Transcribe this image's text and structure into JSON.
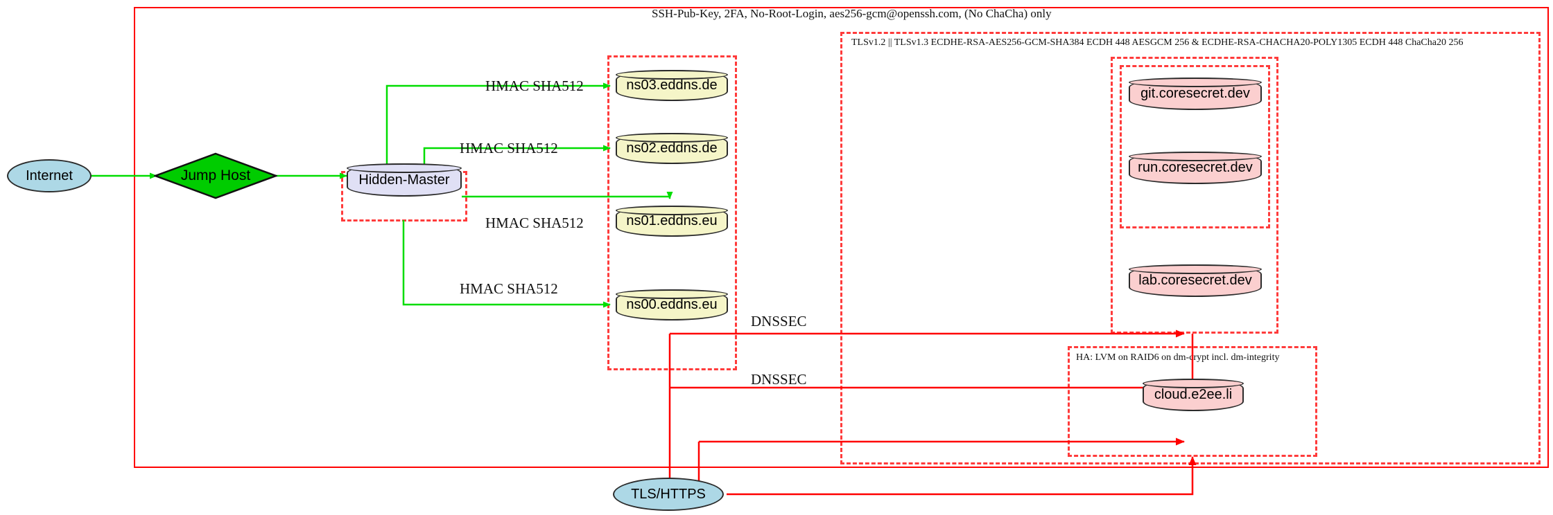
{
  "diagram": {
    "title": "Network security architecture diagram",
    "colors": {
      "edge_green": "#00dd00",
      "edge_red": "#ff0000",
      "frame_solid": "#ff0000",
      "frame_dashed": "#ff3b3b",
      "db_yellow": "#f5f5c8",
      "db_pink": "#fbcfcf",
      "db_lavender": "#e0e0f5",
      "ellipse_blue": "#add8e6",
      "diamond_green": "#00cc00"
    }
  },
  "frames": {
    "ssh_zone": {
      "label": "SSH-Pub-Key, 2FA, No-Root-Login, aes256-gcm@openssh.com, (No ChaCha) only"
    },
    "tls_zone": {
      "label": "TLSv1.2 || TLSv1.3 ECDHE-RSA-AES256-GCM-SHA384 ECDH 448 AESGCM 256 & ECDHE-RSA-CHACHA20-POLY1305 ECDH 448 ChaCha20 256"
    },
    "ha_zone": {
      "label": "HA: LVM on RAID6 on dm-crypt incl. dm-integrity"
    },
    "hidden_master_zone": {
      "label": ""
    },
    "dns_zone": {
      "label": ""
    },
    "coresecret_outer_zone": {
      "label": ""
    },
    "coresecret_inner_zone": {
      "label": ""
    }
  },
  "nodes": {
    "internet": {
      "label": "Internet",
      "shape": "ellipse"
    },
    "jump_host": {
      "label": "Jump Host",
      "shape": "diamond"
    },
    "hidden_master": {
      "label": "Hidden-Master",
      "shape": "cylinder"
    },
    "ns03": {
      "label": "ns03.eddns.de",
      "shape": "cylinder"
    },
    "ns02": {
      "label": "ns02.eddns.de",
      "shape": "cylinder"
    },
    "ns01": {
      "label": "ns01.eddns.eu",
      "shape": "cylinder"
    },
    "ns00": {
      "label": "ns00.eddns.eu",
      "shape": "cylinder"
    },
    "git": {
      "label": "git.coresecret.dev",
      "shape": "cylinder"
    },
    "run": {
      "label": "run.coresecret.dev",
      "shape": "cylinder"
    },
    "lab": {
      "label": "lab.coresecret.dev",
      "shape": "cylinder"
    },
    "cloud": {
      "label": "cloud.e2ee.li",
      "shape": "cylinder"
    },
    "tls_https": {
      "label": "TLS/HTTPS",
      "shape": "ellipse"
    }
  },
  "edge_labels": {
    "hmac_ns03": "HMAC SHA512",
    "hmac_ns02": "HMAC SHA512",
    "hmac_ns01": "HMAC SHA512",
    "hmac_ns00": "HMAC SHA512",
    "dnssec_top": "DNSSEC",
    "dnssec_bot": "DNSSEC"
  }
}
